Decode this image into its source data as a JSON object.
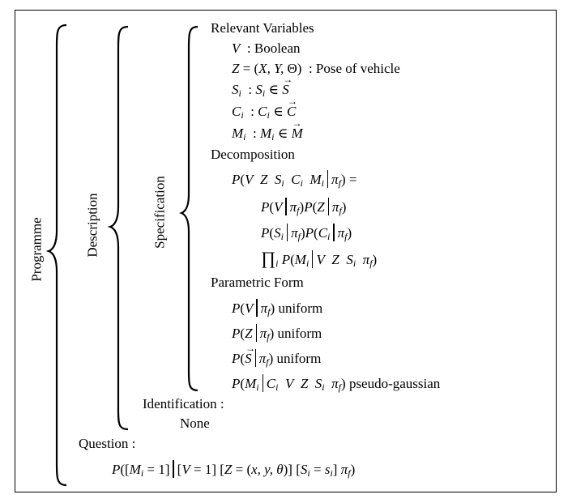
{
  "labels": {
    "programme": "Programme",
    "description": "Description",
    "specification": "Specification"
  },
  "headings": {
    "relevant_variables": "Relevant Variables",
    "decomposition": "Decomposition",
    "parametric_form": "Parametric Form",
    "identification": "Identification :",
    "identification_value": "None",
    "question": "Question :"
  },
  "variables": {
    "v_desc": ": Boolean",
    "z_desc": ": Pose of vehicle"
  },
  "forms": {
    "uniform": "uniform",
    "pseudo_gaussian": "pseudo-gaussian"
  }
}
